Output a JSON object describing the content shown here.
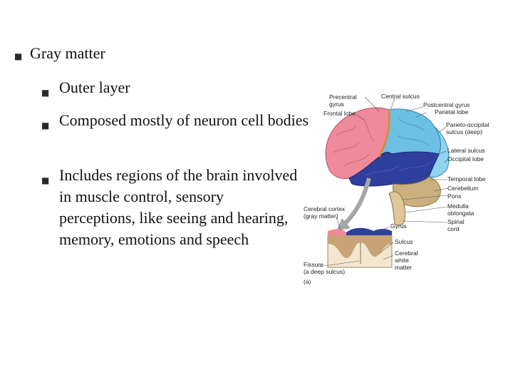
{
  "bullets": {
    "level1": "Gray matter",
    "level2": [
      "Outer layer",
      "Composed mostly of neuron cell bodies",
      "Includes regions of the brain involved in muscle control, sensory perceptions, like seeing and hearing, memory, emotions and speech"
    ]
  },
  "figure": {
    "labels": {
      "precentral_gyrus": "Precentral gyrus",
      "central_sulcus": "Central sulcus",
      "frontal_lobe": "Frontal lobe",
      "postcentral_gyrus": "Postcentral gyrus",
      "parietal_lobe": "Parietal lobe",
      "parieto_occipital_sulcus": "Parieto-occipital sulcus (deep)",
      "lateral_sulcus": "Lateral sulcus",
      "occipital_lobe": "Occipital lobe",
      "temporal_lobe": "Temporal lobe",
      "cerebellum": "Cerebellum",
      "pons": "Pons",
      "medulla_oblongata": "Medulla oblongata",
      "spinal_cord": "Spinal cord",
      "cerebral_cortex": "Cerebral cortex (gray matter)",
      "gyrus": "Gyrus",
      "sulcus": "Sulcus",
      "cerebral_white_matter": "Cerebral white matter",
      "fissure": "Fissure (a deep sulcus)",
      "panel": "(a)"
    },
    "colors": {
      "frontal": "#ef8a9a",
      "parietal": "#6cc0e4",
      "temporal": "#2f3f9e",
      "occipital": "#8fd3ec",
      "cerebellum": "#c9b07e",
      "brainstem": "#e0c79a",
      "gray_matter": "#c8a377",
      "white_matter": "#f3e6cf"
    }
  }
}
